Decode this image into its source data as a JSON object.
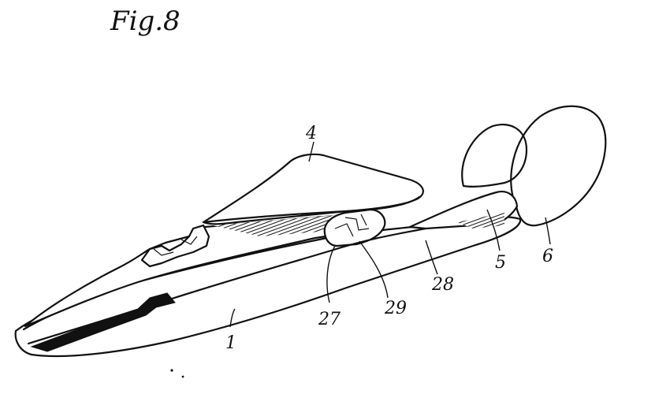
{
  "figure": {
    "title": "Fig.8",
    "labels": {
      "l1": "1",
      "l4": "4",
      "l5": "5",
      "l6": "6",
      "l27": "27",
      "l28": "28",
      "l29": "29"
    }
  }
}
